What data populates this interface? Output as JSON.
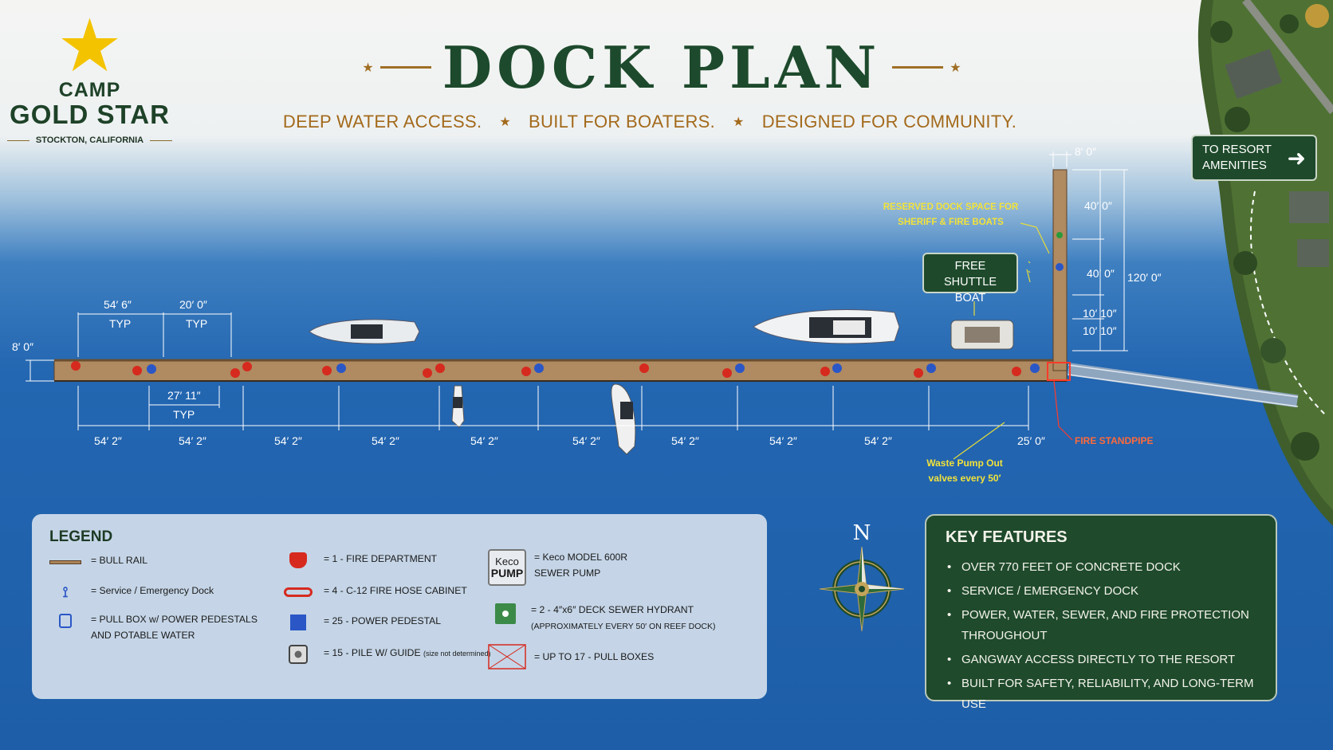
{
  "logo": {
    "line1": "CAMP",
    "line2": "GOLD STAR",
    "location": "STOCKTON, CALIFORNIA"
  },
  "title": "DOCK PLAN",
  "tagline": [
    "DEEP WATER ACCESS.",
    "BUILT FOR BOATERS.",
    "DESIGNED FOR COMMUNITY."
  ],
  "sign": {
    "text": "TO RESORT AMENITIES"
  },
  "dims": {
    "top_span_1": "54′ 6″",
    "top_span_2": "20′ 0″",
    "typ": "TYP",
    "dock_width": "8′ 0″",
    "mid_span": "27′ 11″",
    "bottom": [
      "54′ 2″",
      "54′ 2″",
      "54′ 2″",
      "54′ 2″",
      "54′ 2″",
      "54′ 2″",
      "54′ 2″",
      "54′ 2″",
      "54′ 2″",
      "25′ 0″"
    ],
    "arm_width": "8′ 0″",
    "arm_1": "40′ 0″",
    "arm_2": "40′ 0″",
    "arm_3": "10′ 10″",
    "arm_4": "10′ 10″",
    "arm_total": "120′ 0″"
  },
  "callouts": {
    "reserved": "RESERVED DOCK SPACE FOR SHERIFF & FIRE BOATS",
    "shuttle": "FREE SHUTTLE BOAT",
    "waste": "Waste Pump Out valves every 50′",
    "standpipe": "FIRE STANDPIPE"
  },
  "compass": {
    "north": "N"
  },
  "legend": {
    "title": "LEGEND",
    "items": [
      {
        "icon": "bull-rail-icon",
        "text": "= BULL RAIL"
      },
      {
        "icon": "service-dock-icon",
        "text": "= Service / Emergency Dock"
      },
      {
        "icon": "pull-box-pedestal-icon",
        "text": "= PULL BOX w/ POWER PEDESTALS",
        "text2": "AND POTABLE WATER"
      },
      {
        "icon": "fire-department-icon",
        "text": "= 1 - FIRE DEPARTMENT"
      },
      {
        "icon": "fire-hose-cabinet-icon",
        "text": "= 4 - C-12 FIRE HOSE CABINET"
      },
      {
        "icon": "power-pedestal-icon",
        "text": "= 25 - POWER PEDESTAL"
      },
      {
        "icon": "pile-guide-icon",
        "text": "= 15 - PILE W/ GUIDE",
        "small": "(size not determined)"
      },
      {
        "icon": "sewer-pump-icon",
        "icon_text1": "Keco",
        "icon_text2": "PUMP",
        "text": "= Keco MODEL 600R",
        "text2": "SEWER PUMP"
      },
      {
        "icon": "sewer-hydrant-icon",
        "text": "= 2 - 4″x6″ DECK SEWER HYDRANT",
        "text2": "(APPROXIMATELY EVERY 50′ ON REEF DOCK)"
      },
      {
        "icon": "pull-boxes-icon",
        "text": "= UP TO 17 - PULL BOXES"
      }
    ]
  },
  "key_features": {
    "title": "KEY FEATURES",
    "items": [
      "OVER 770 FEET OF CONCRETE DOCK",
      "SERVICE / EMERGENCY DOCK",
      "POWER, WATER, SEWER, AND FIRE PROTECTION THROUGHOUT",
      "GANGWAY ACCESS DIRECTLY TO THE RESORT",
      "BUILT FOR SAFETY, RELIABILITY, AND LONG-TERM USE"
    ]
  },
  "colors": {
    "dock": "#b08a60",
    "water": "#1e5ea8",
    "green": "#1f4a2c",
    "gold": "#a36a1c"
  }
}
